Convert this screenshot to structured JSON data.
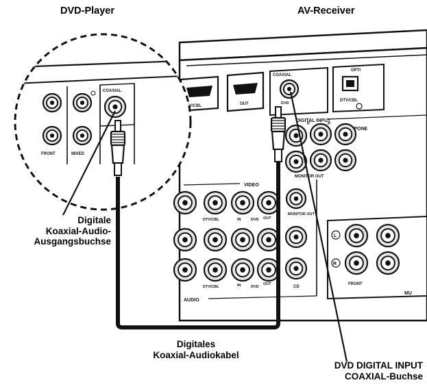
{
  "labels": {
    "dvd_player": "DVD-Player",
    "av_receiver": "AV-Receiver",
    "output_jack": [
      "Digitale",
      "Koaxial-Audio-",
      "Ausgangsbuchse"
    ],
    "cable": [
      "Digitales",
      "Koaxial-Audiokabel"
    ],
    "input_jack": [
      "DVD DIGITAL INPUT",
      "COAXIAL-Buchse"
    ]
  },
  "panel_texts": {
    "player_coaxial": "COAXIAL",
    "player_front": "FRONT",
    "player_mixed": "MIXED",
    "receiver_coaxial": "COAXIAL",
    "receiver_opt": "OPTI",
    "receiver_dtv": "DTV/CBL",
    "receiver_out": "OUT",
    "receiver_dvd": "DVD",
    "receiver_digital_input": "DIGITAL INPUT",
    "receiver_component": "COMPONE",
    "receiver_monitor_out": "MONITOR OUT",
    "receiver_video": "VIDEO",
    "receiver_audio": "AUDIO",
    "receiver_in": "IN",
    "receiver_cd": "CD",
    "receiver_front": "FRONT",
    "receiver_mu": "MU",
    "receiver_l": "L",
    "receiver_r": "R"
  },
  "colors": {
    "ink": "#111111",
    "panel": "#ffffff",
    "jack_fill": "#e6e6e6"
  }
}
